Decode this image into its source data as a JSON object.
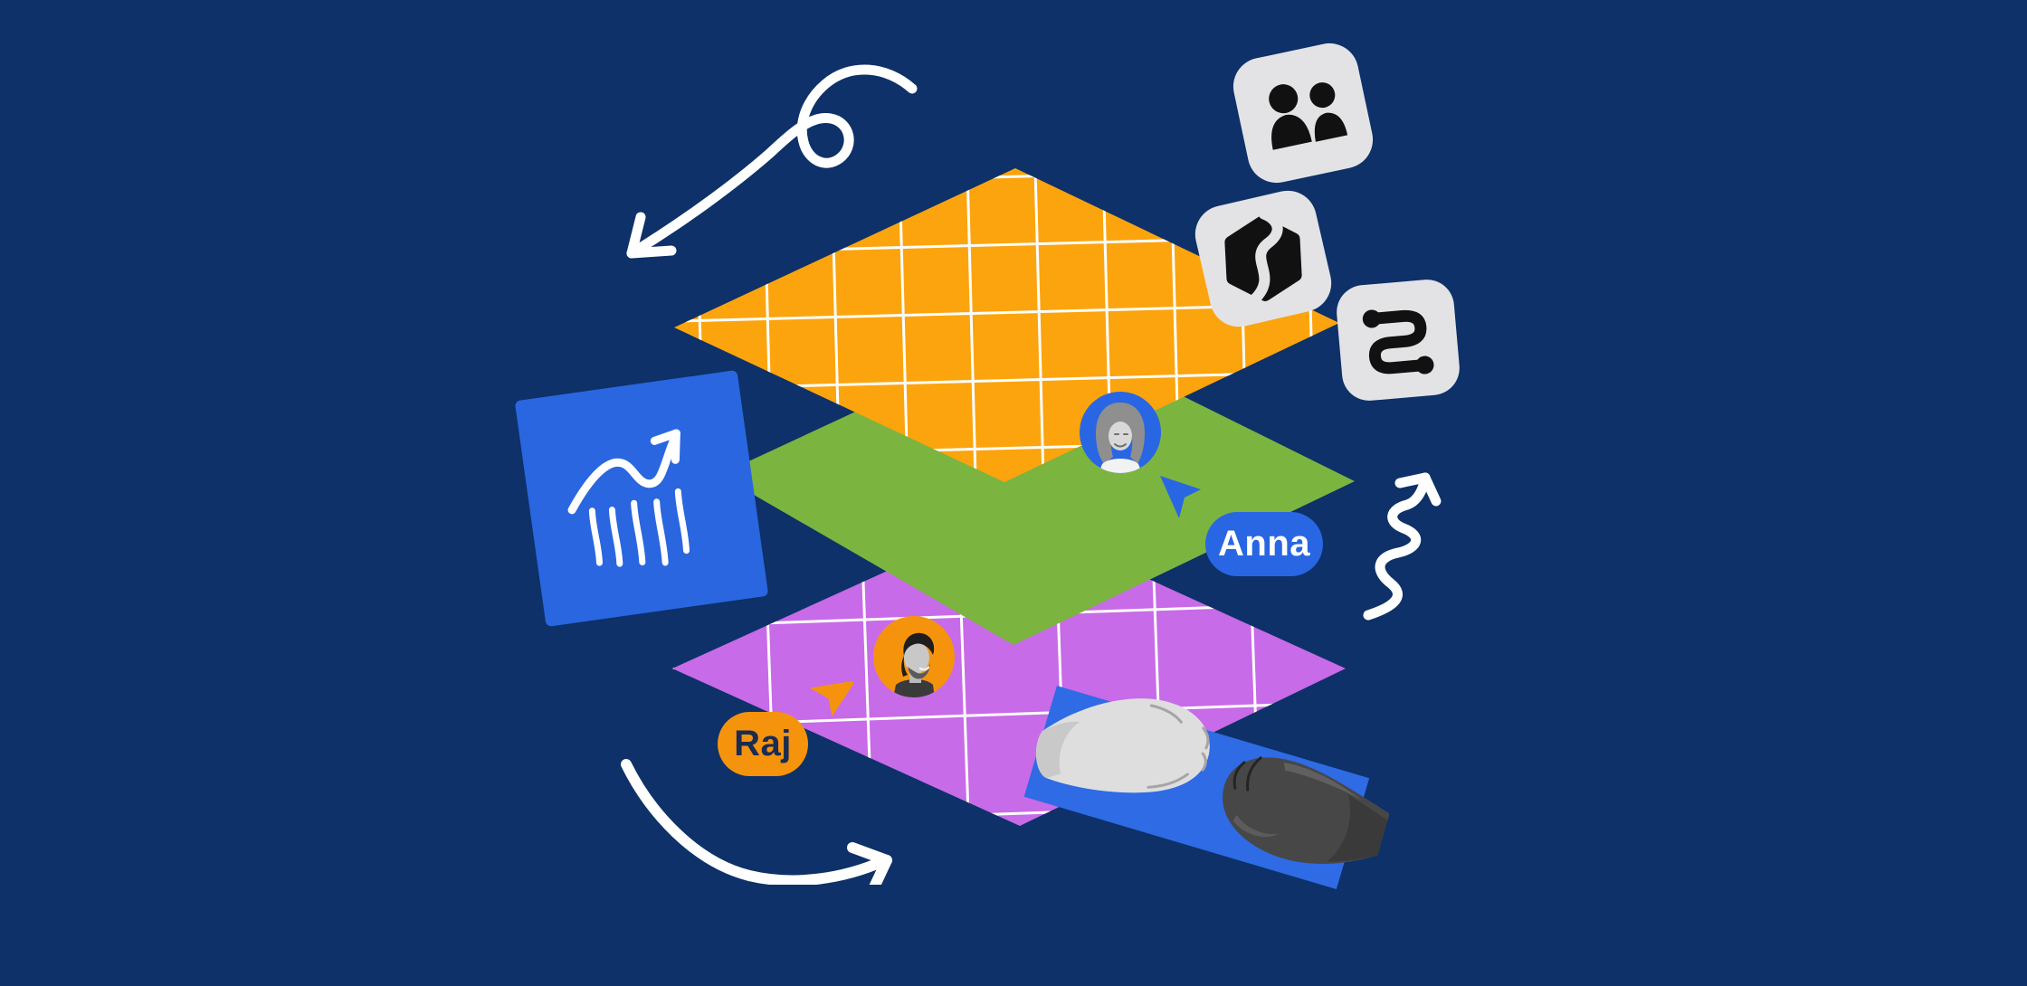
{
  "collaborators": [
    {
      "name": "Anna",
      "color": "#2966E3",
      "text_color": "#FFFFFF"
    },
    {
      "name": "Raj",
      "color": "#F6930D",
      "text_color": "#1A2C53"
    }
  ],
  "board_layers": [
    {
      "name": "orange-grid-layer",
      "color": "#FCA40E",
      "grid": true
    },
    {
      "name": "green-layer",
      "color": "#7CB440",
      "grid": false
    },
    {
      "name": "purple-grid-layer",
      "color": "#C76BE8",
      "grid": true
    }
  ],
  "floating_icons": [
    {
      "name": "team-icon",
      "background": "#E3E3E6",
      "glyph_color": "#111111"
    },
    {
      "name": "hexagon-logo-icon",
      "background": "#E3E3E6",
      "glyph_color": "#111111"
    },
    {
      "name": "connector-squiggle-icon",
      "background": "#E3E3E6",
      "glyph_color": "#111111"
    }
  ],
  "doodles": [
    {
      "name": "curved-arrow-top-left",
      "color": "#FFFFFF"
    },
    {
      "name": "squiggle-arrow-right",
      "color": "#FFFFFF"
    },
    {
      "name": "curved-arrow-bottom",
      "color": "#FFFFFF"
    },
    {
      "name": "hand-drawn-chart",
      "color": "#FFFFFF"
    }
  ],
  "photos": [
    {
      "name": "fist-bump-photo",
      "backdrop": "#2E6BE5"
    }
  ],
  "background": "#0D3168"
}
